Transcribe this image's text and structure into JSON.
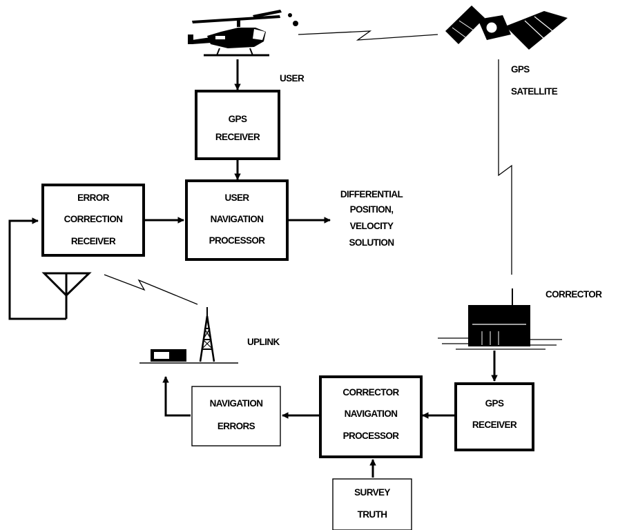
{
  "labels": {
    "user": "USER",
    "gps_satellite": [
      "GPS",
      "SATELLITE"
    ],
    "corrector": "CORRECTOR",
    "uplink": "UPLINK",
    "differential_output": [
      "DIFFERENTIAL",
      "POSITION,",
      "VELOCITY",
      "SOLUTION"
    ]
  },
  "boxes": {
    "user_gps_receiver": [
      "GPS",
      "RECEIVER"
    ],
    "error_correction_receiver": [
      "ERROR",
      "CORRECTION",
      "RECEIVER"
    ],
    "user_navigation_processor": [
      "USER",
      "NAVIGATION",
      "PROCESSOR"
    ],
    "corrector_gps_receiver": [
      "GPS",
      "RECEIVER"
    ],
    "corrector_navigation_processor": [
      "CORRECTOR",
      "NAVIGATION",
      "PROCESSOR"
    ],
    "navigation_errors": [
      "NAVIGATION",
      "ERRORS"
    ],
    "survey_truth": [
      "SURVEY",
      "TRUTH"
    ]
  }
}
